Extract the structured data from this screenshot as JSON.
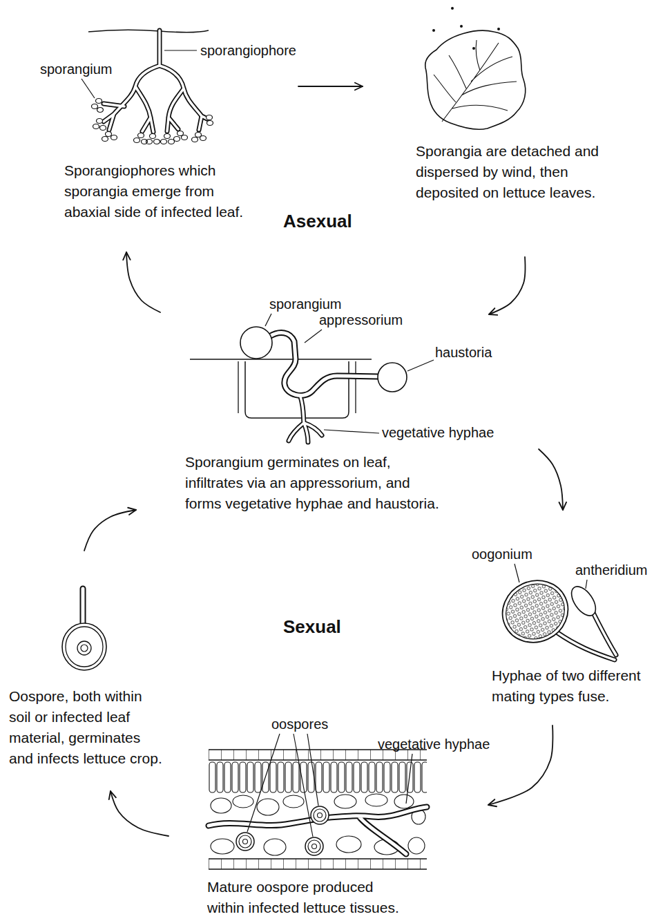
{
  "diagram": {
    "nodes": [
      {
        "text": [
          "Sporangiophores which sporangia emerge from abaxial side of infected leaf."
        ]
      },
      {
        "text": [
          "Sporangia are detached and dispersed by wind, then deposited on lettuce leaves."
        ]
      },
      {
        "text": [
          "Sporangium germinates on leaf, infiltrates via an appressorium, and forms vegetative hyphae and haustoria."
        ]
      },
      {
        "text": [
          "Hyphae of two different mating types fuse."
        ]
      },
      {
        "text": [
          "Mature oospore produced within infected lettuce tissues."
        ]
      },
      {
        "text": [
          "Oospore, both within soil or infected leaf material, germinates and infects lettuce crop."
        ]
      }
    ],
    "edges": [
      {
        "from": 0,
        "to": 1,
        "arrow": "to"
      },
      {
        "from": 1,
        "to": 2,
        "arrow": "to"
      },
      {
        "from": 2,
        "to": 0,
        "arrow": "to"
      },
      {
        "from": 2,
        "to": 3,
        "arrow": "to"
      },
      {
        "from": 3,
        "to": 4,
        "arrow": "to"
      },
      {
        "from": 4,
        "to": 5,
        "arrow": "to"
      },
      {
        "from": 5,
        "to": 2,
        "arrow": "to"
      }
    ],
    "labels": [
      "sporangiophore",
      "sporangium",
      "Asexual",
      "sporangium",
      "appressorium",
      "haustoria",
      "vegetative hyphae",
      "Sexual",
      "oogonium",
      "antheridium",
      "oospores",
      "vegetative hyphae"
    ]
  }
}
